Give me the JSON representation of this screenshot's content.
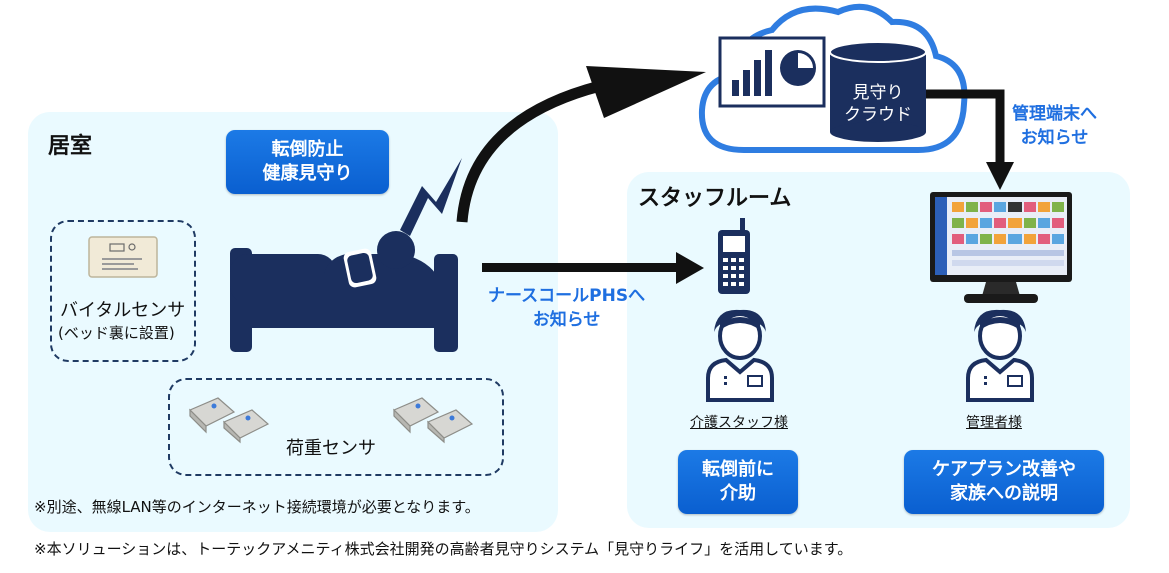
{
  "room": {
    "title": "居室",
    "feature_box": [
      "転倒防止",
      "健康見守り"
    ],
    "vital_sensor": {
      "name": "バイタルセンサ",
      "note": "(ベッド裏に設置)"
    },
    "load_sensor": {
      "name": "荷重センサ"
    }
  },
  "staff_room": {
    "title": "スタッフルーム",
    "care_staff_label": "介護スタッフ様",
    "admin_label": "管理者様",
    "care_box": [
      "転倒前に",
      "介助"
    ],
    "admin_box": [
      "ケアプラン改善や",
      "家族への説明"
    ]
  },
  "cloud": {
    "label": [
      "見守り",
      "クラウド"
    ]
  },
  "arrows": {
    "phs_notify": [
      "ナースコールPHSへ",
      "お知らせ"
    ],
    "terminal_notify": [
      "管理端末へ",
      "お知らせ"
    ]
  },
  "notes": {
    "network": "※別途、無線LAN等のインターネット接続環境が必要となります。",
    "solution": "※本ソリューションは、トーテックアメニティ株式会社開発の高齢者見守りシステム「見守りライフ」を活用しています。"
  },
  "colors": {
    "navy": "#1b2f5e",
    "blue": "#1c7ae6",
    "panel": "#eafaff"
  }
}
